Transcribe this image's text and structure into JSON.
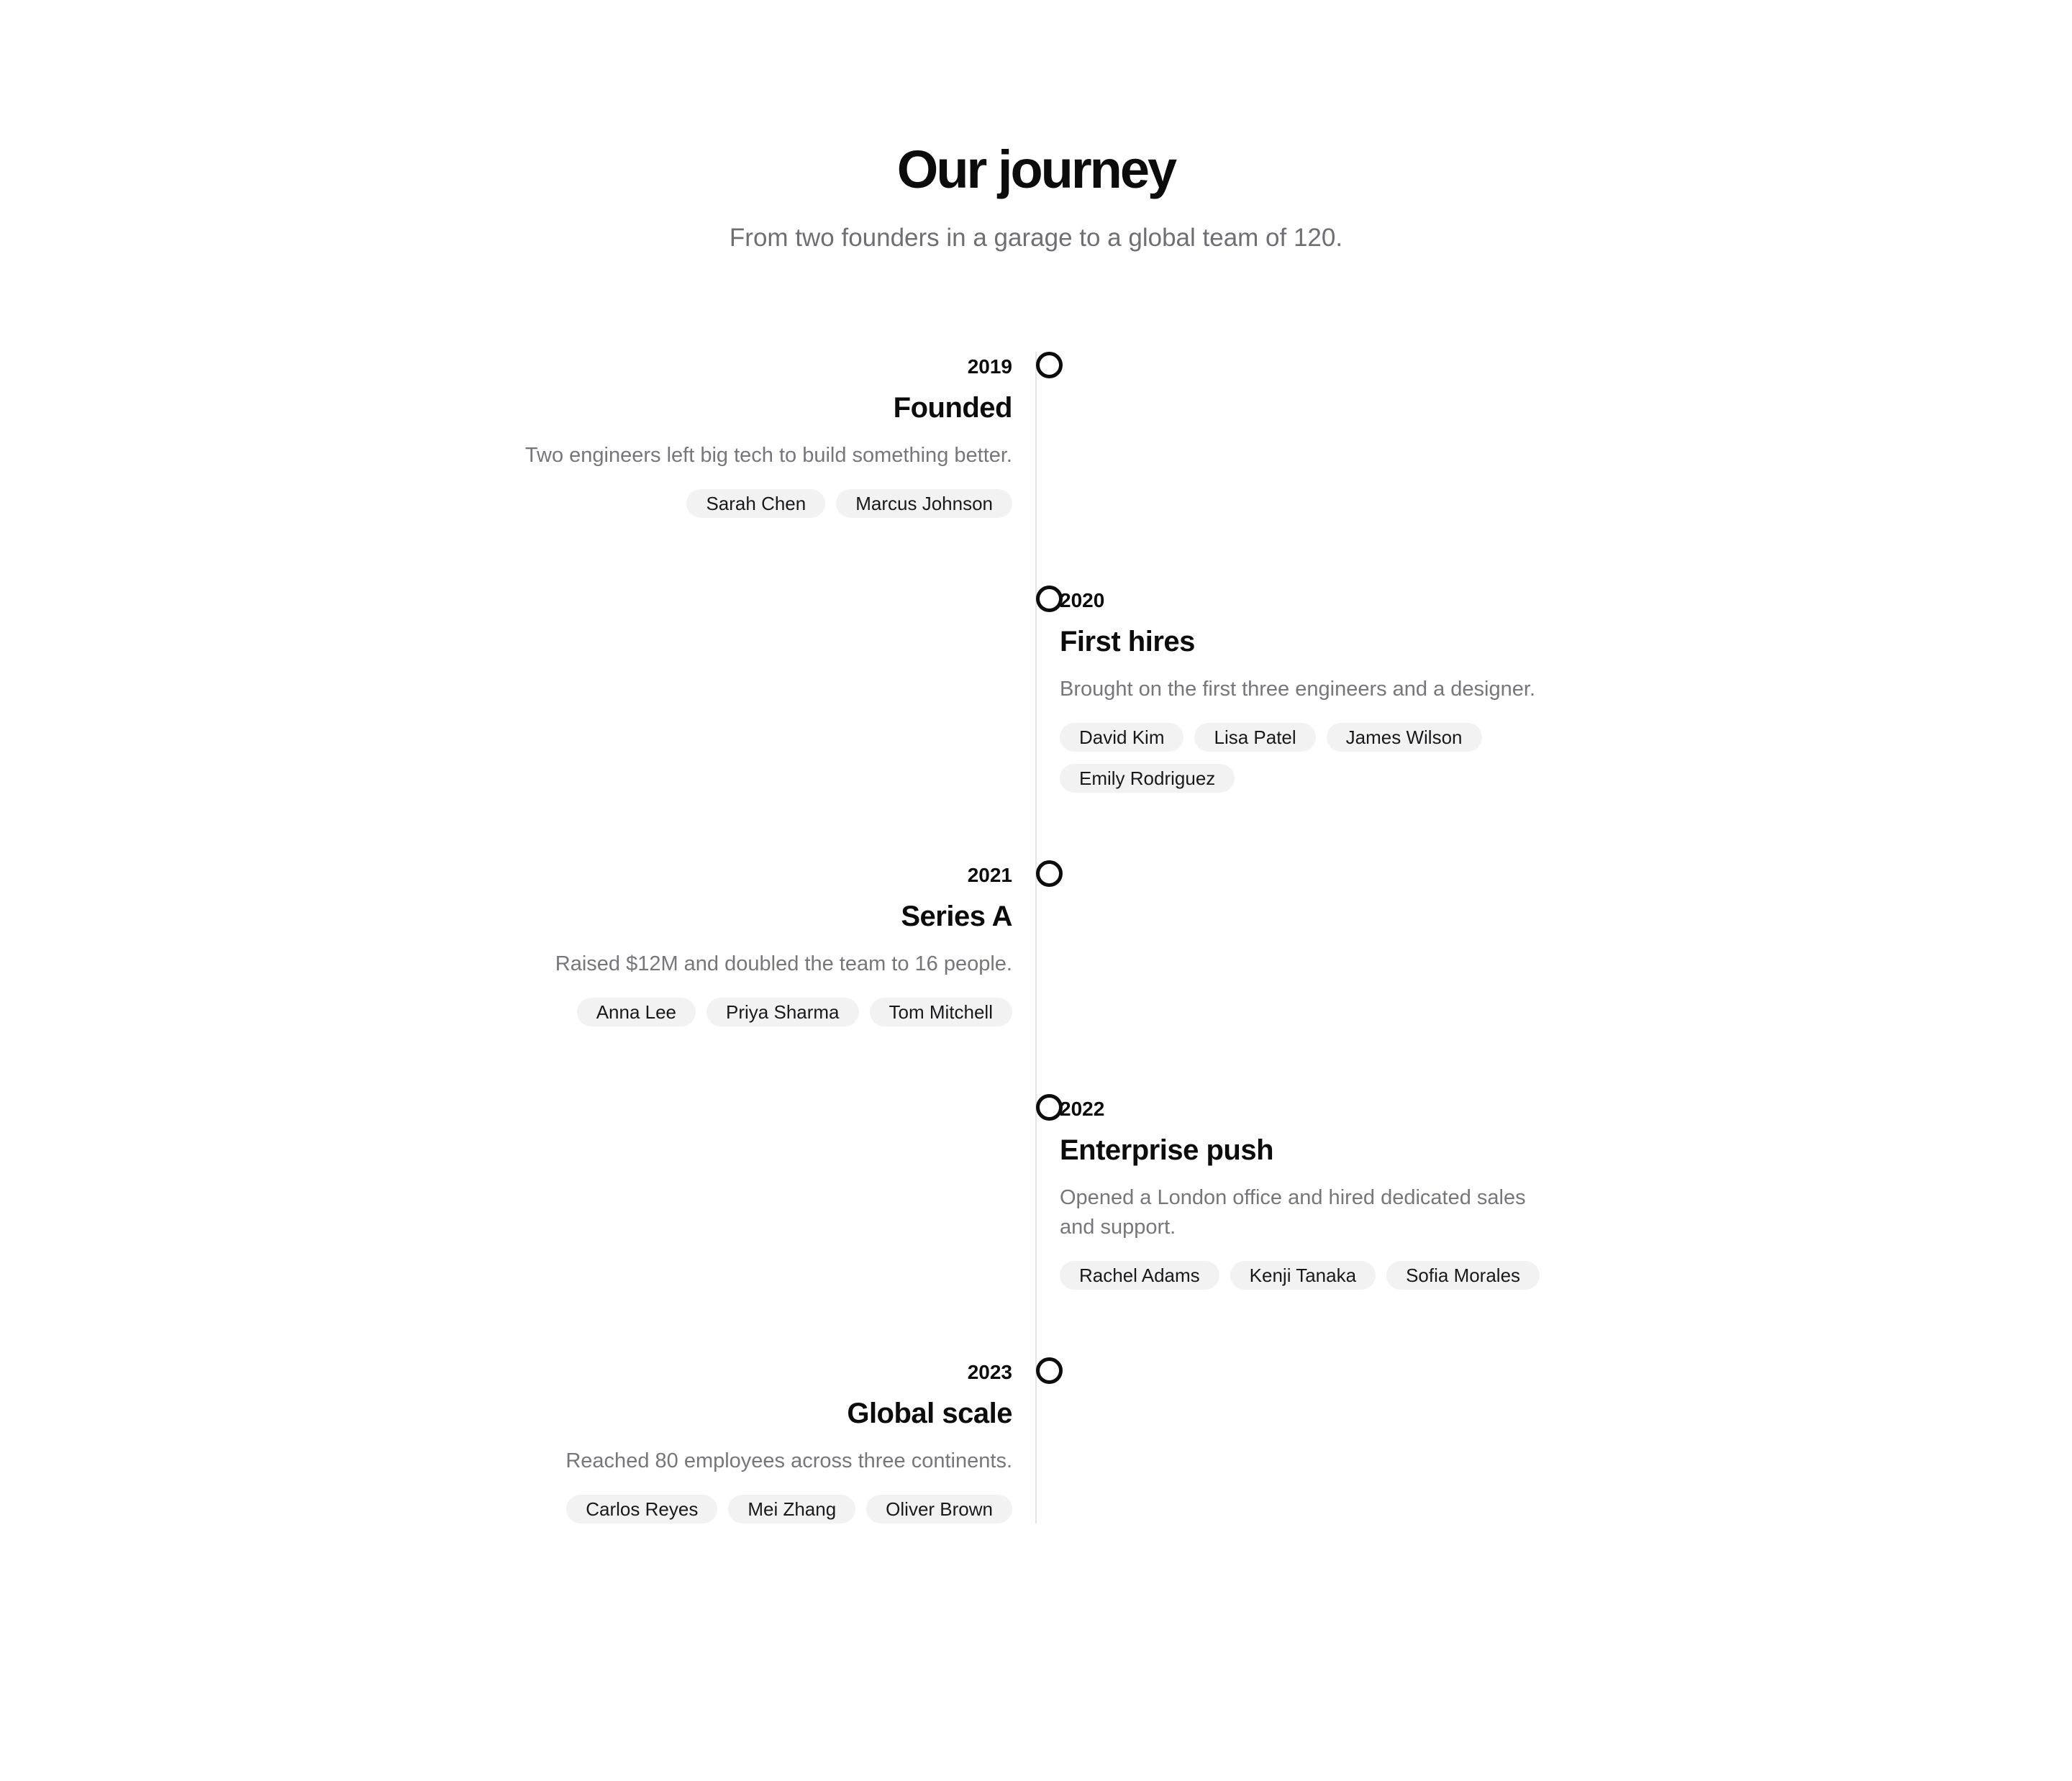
{
  "header": {
    "title": "Our journey",
    "subtitle": "From two founders in a garage to a global team of 120."
  },
  "timeline": {
    "items": [
      {
        "year": "2019",
        "title": "Founded",
        "description": "Two engineers left big tech to build something better.",
        "people": [
          "Sarah Chen",
          "Marcus Johnson"
        ],
        "side": "left"
      },
      {
        "year": "2020",
        "title": "First hires",
        "description": "Brought on the first three engineers and a designer.",
        "people": [
          "David Kim",
          "Lisa Patel",
          "James Wilson",
          "Emily Rodriguez"
        ],
        "side": "right"
      },
      {
        "year": "2021",
        "title": "Series A",
        "description": "Raised $12M and doubled the team to 16 people.",
        "people": [
          "Anna Lee",
          "Priya Sharma",
          "Tom Mitchell"
        ],
        "side": "left"
      },
      {
        "year": "2022",
        "title": "Enterprise push",
        "description": "Opened a London office and hired dedicated sales and support.",
        "people": [
          "Rachel Adams",
          "Kenji Tanaka",
          "Sofia Morales"
        ],
        "side": "right"
      },
      {
        "year": "2023",
        "title": "Global scale",
        "description": "Reached 80 employees across three continents.",
        "people": [
          "Carlos Reyes",
          "Mei Zhang",
          "Oliver Brown"
        ],
        "side": "left"
      }
    ]
  },
  "colors": {
    "text_primary": "#0c0c0d",
    "text_secondary": "#76767b",
    "subtitle_gray": "#6e6e73",
    "pill_background": "#f2f2f3",
    "timeline_line": "#e5e5e7",
    "marker_border": "#0c0c0d",
    "background": "#ffffff"
  }
}
